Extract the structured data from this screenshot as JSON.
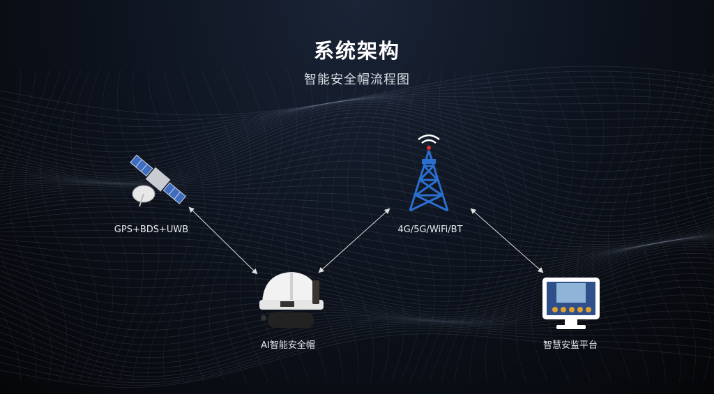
{
  "header": {
    "title": "系统架构",
    "subtitle": "智能安全帽流程图"
  },
  "nodes": {
    "positioning": {
      "label": "GPS+BDS+UWB",
      "icon": "satellite-icon"
    },
    "network": {
      "label": "4G/5G/WiFi/BT",
      "icon": "signal-tower-icon"
    },
    "helmet": {
      "label": "AI智能安全帽",
      "icon": "smart-helmet-icon"
    },
    "platform": {
      "label": "智慧安监平台",
      "icon": "monitor-icon"
    }
  },
  "colors": {
    "background": "#0c111b",
    "text": "#ffffff",
    "tower": "#2a6fd0",
    "arrow": "#e0e0e0"
  }
}
